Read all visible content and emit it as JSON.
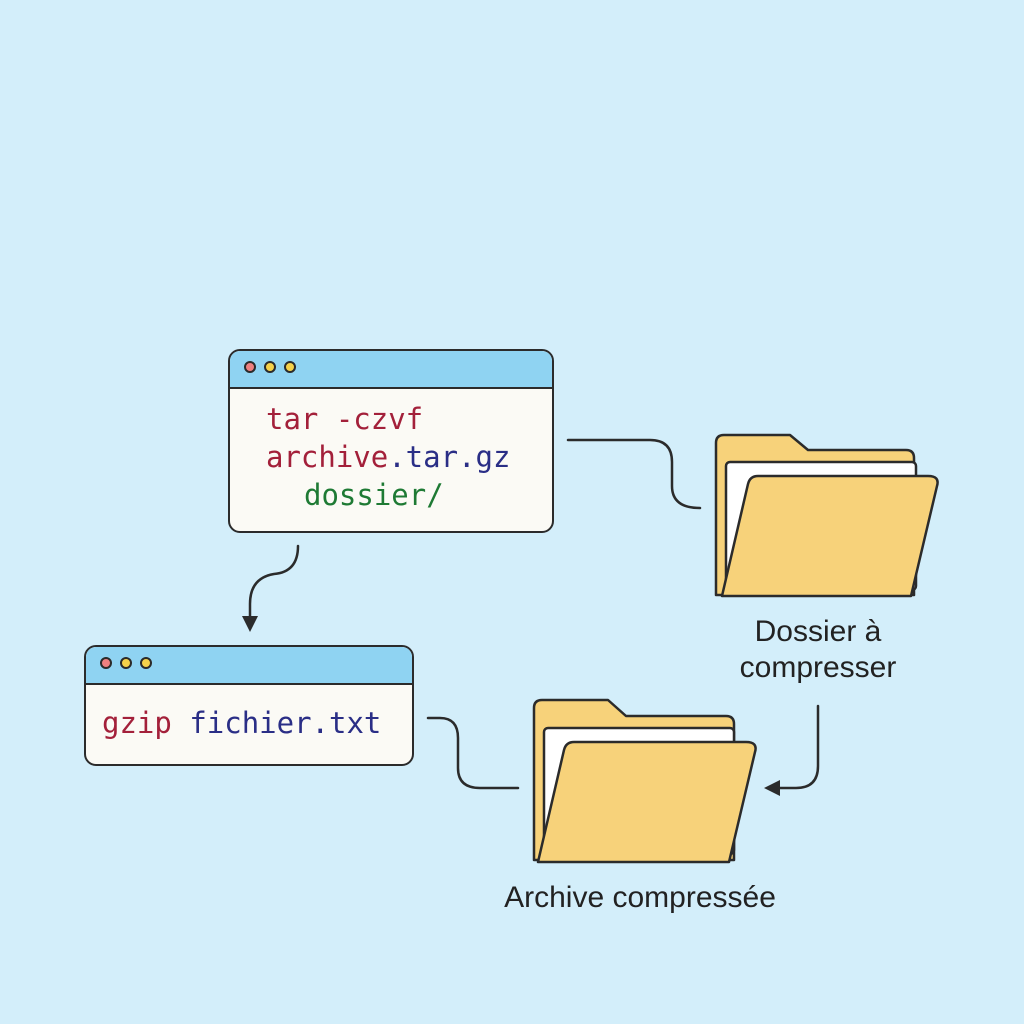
{
  "terminal_tar": {
    "line1": "tar -czvf",
    "line2_name": "archive",
    "line2_ext": ".tar.gz",
    "line3": "dossier/"
  },
  "terminal_gzip": {
    "command": "gzip",
    "argument": "fichier.txt"
  },
  "labels": {
    "source_folder_line1": "Dossier à",
    "source_folder_line2": "compresser",
    "archive": "Archive compressée"
  },
  "colors": {
    "background": "#d3eefa",
    "titlebar": "#8fd3f2",
    "terminal_body": "#fbfaf5",
    "folder": "#f7d27a",
    "command": "#a3203a",
    "filename": "#2a2e86",
    "directory": "#1e7a34",
    "dot_red": "#ee8080",
    "dot_yellow": "#f5d24a"
  },
  "icons": [
    "window-dots-icon",
    "folder-icon",
    "arrow-icon"
  ]
}
